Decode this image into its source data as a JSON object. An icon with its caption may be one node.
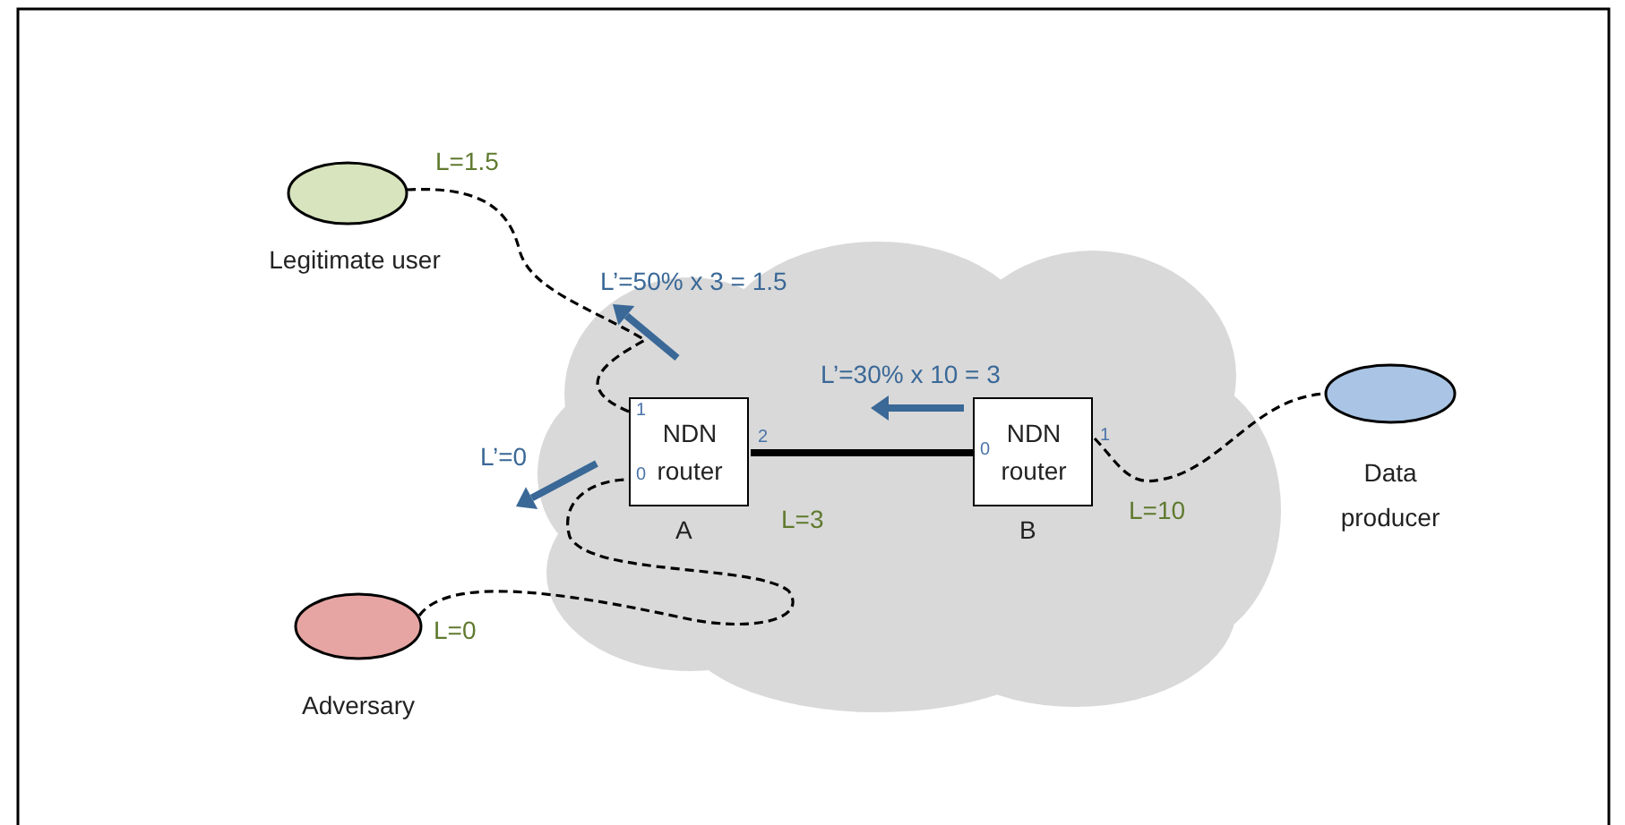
{
  "diagram": {
    "nodes": [
      {
        "text": [],
        "shape": "cloud"
      },
      {
        "text": [
          "Legitimate user"
        ]
      },
      {
        "text": [
          "Adversary"
        ]
      },
      {
        "text": [
          "NDN router",
          "A"
        ],
        "in": 0
      },
      {
        "text": [
          "NDN router",
          "B"
        ],
        "in": 0
      },
      {
        "text": [
          "Data producer"
        ]
      }
    ],
    "edges": [
      {
        "from": 1,
        "to": 3,
        "arrow": "none",
        "style": "dashed"
      },
      {
        "from": 2,
        "to": 3,
        "arrow": "none",
        "style": "dashed"
      },
      {
        "from": 3,
        "to": 4,
        "arrow": "none",
        "style": "thick"
      },
      {
        "from": 4,
        "to": 5,
        "arrow": "none",
        "style": "dashed"
      }
    ],
    "labels": [
      "L=1.5",
      "L’=50% x 3 = 1.5",
      "L’=30% x 10 = 3",
      "1",
      "2",
      "0",
      "L’=0",
      "L=3",
      "0",
      "1",
      "L=10",
      "L=0"
    ]
  }
}
